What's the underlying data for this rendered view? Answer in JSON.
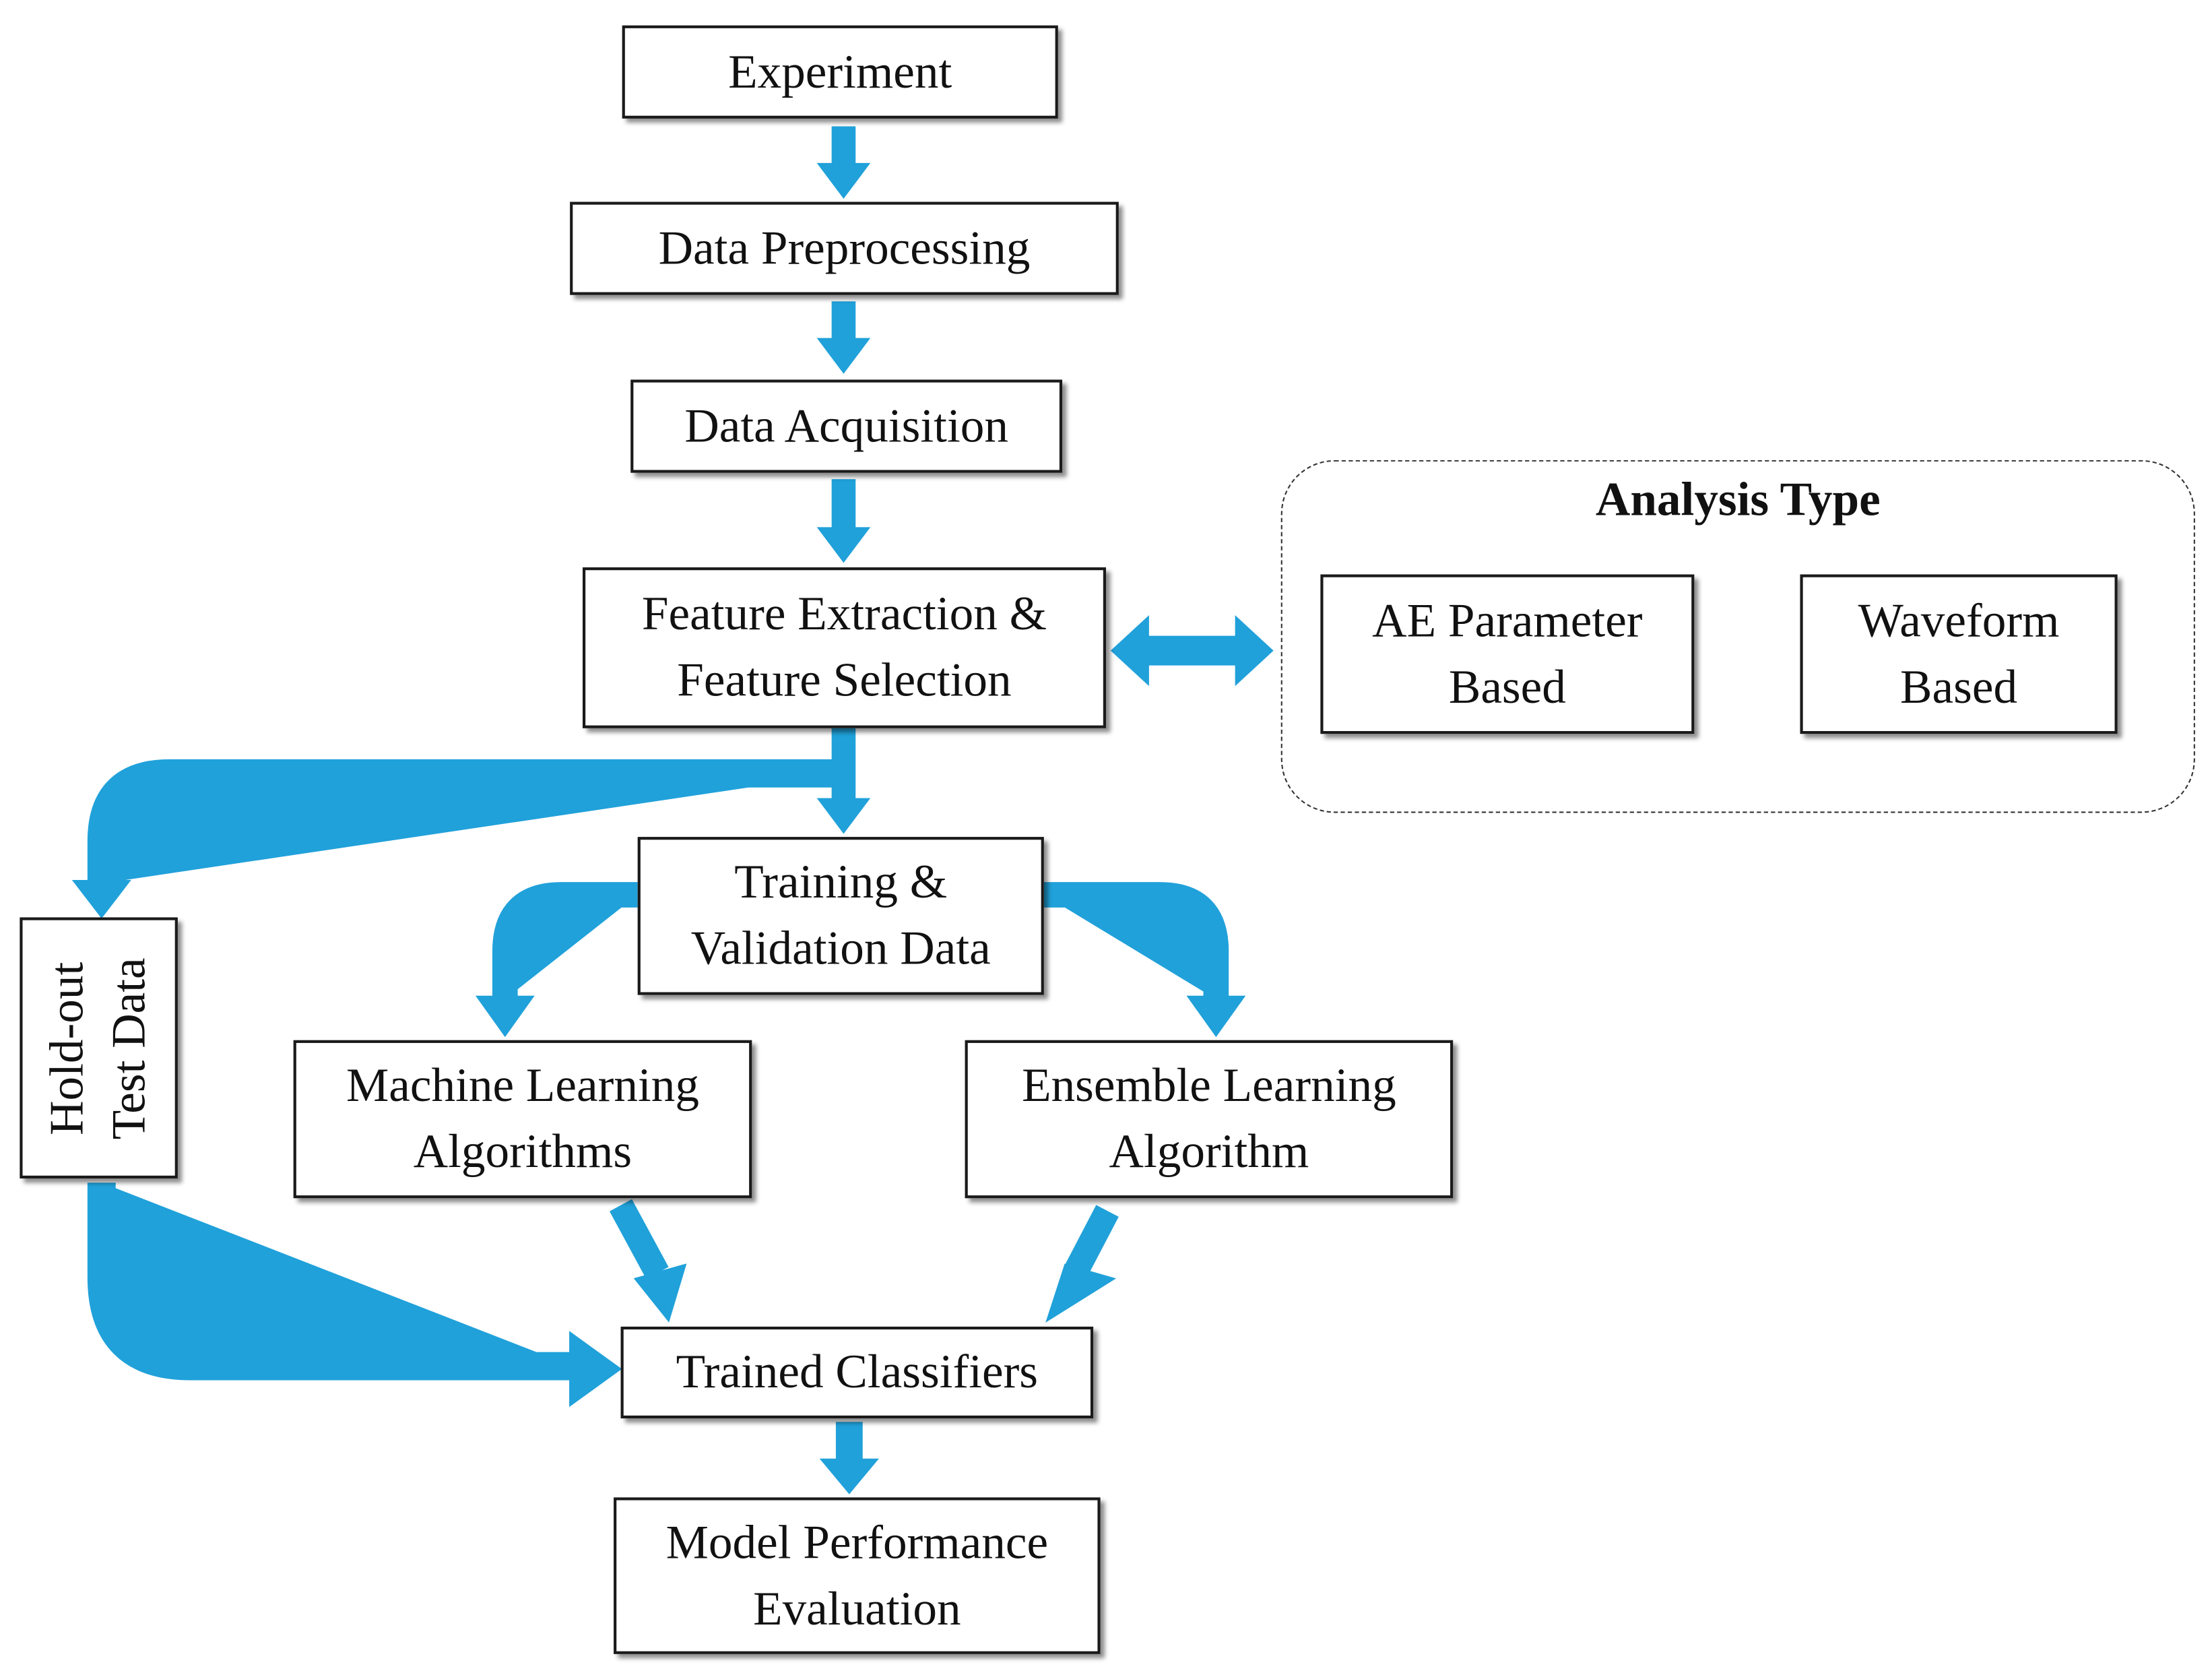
{
  "colors": {
    "arrow": "#20a1da",
    "border": "#1a1a1a"
  },
  "nodes": {
    "experiment": "Experiment",
    "data_preprocessing": "Data Preprocessing",
    "data_acquisition": "Data Acquisition",
    "feature": {
      "line1": "Feature Extraction &",
      "line2": "Feature Selection"
    },
    "training": {
      "line1": "Training &",
      "line2": "Validation Data"
    },
    "ml": {
      "line1": "Machine Learning",
      "line2": "Algorithms"
    },
    "ensemble": {
      "line1": "Ensemble Learning",
      "line2": "Algorithm"
    },
    "holdout": {
      "line1": "Hold-out",
      "line2": "Test Data"
    },
    "trained_classifiers": "Trained Classifiers",
    "model_eval": {
      "line1": "Model Performance",
      "line2": "Evaluation"
    }
  },
  "analysis_type": {
    "title": "Analysis Type",
    "ae": {
      "line1": "AE Parameter",
      "line2": "Based"
    },
    "waveform": {
      "line1": "Waveform",
      "line2": "Based"
    }
  }
}
